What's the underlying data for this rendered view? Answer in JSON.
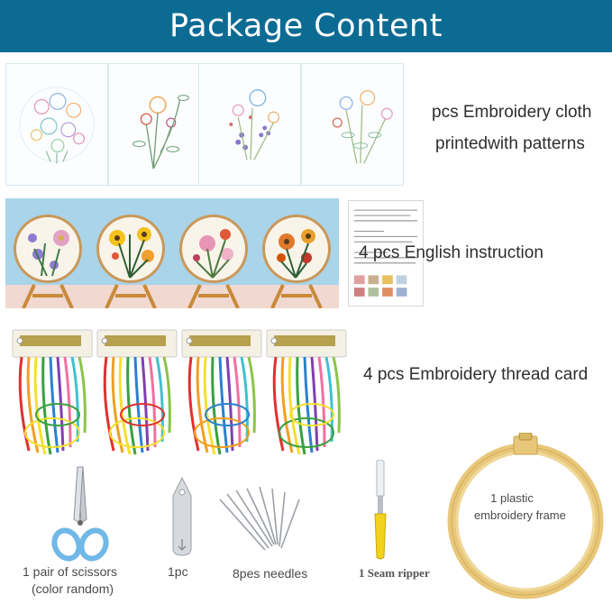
{
  "header": {
    "title": "Package Content"
  },
  "items": {
    "cloth": {
      "line1": "pcs Embroidery cloth",
      "line2": "printedwith patterns"
    },
    "instruction": {
      "label": "4 pcs English instruction"
    },
    "thread": {
      "label": "4 pcs Embroidery thread card"
    },
    "scissors": {
      "line1": "1 pair of scissors",
      "line2": "(color random)"
    },
    "threader": {
      "label": "1pc"
    },
    "needles": {
      "label": "8pes needles"
    },
    "ripper": {
      "label": "1 Seam ripper"
    },
    "frame": {
      "line1": "1 plastic",
      "line2": "embroidery frame"
    }
  },
  "colors": {
    "banner": "#0c6b93",
    "hoop_background": "#a9d4e9",
    "frame_wood": "#e8c77a",
    "scissors_handle": "#6fb8e8",
    "ripper_handle": "#f2d21b"
  }
}
